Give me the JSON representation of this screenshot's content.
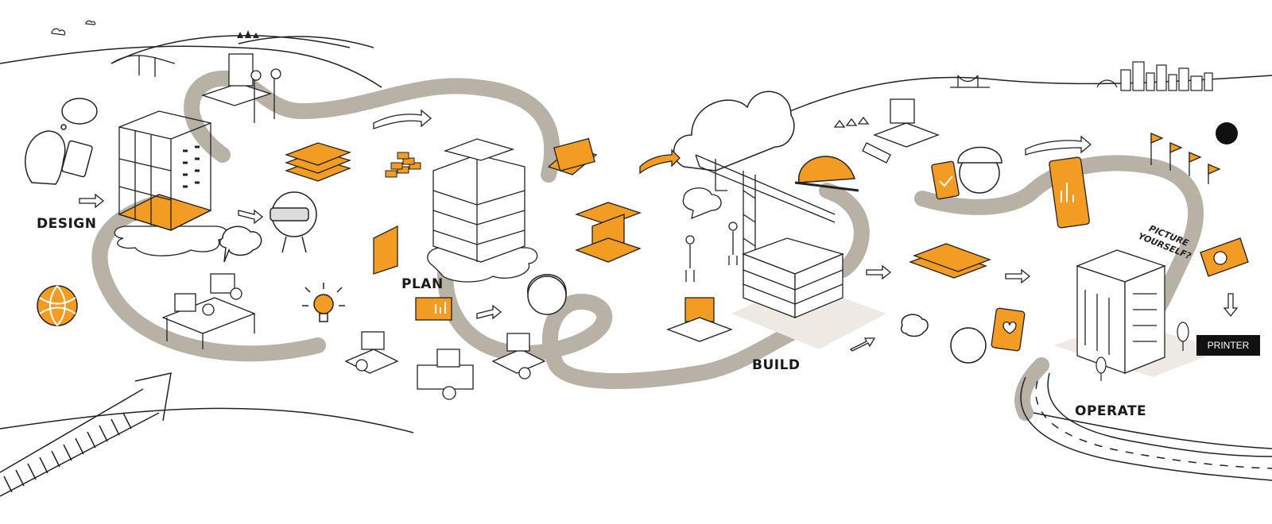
{
  "stages": {
    "design": "DESIGN",
    "plan": "PLAN",
    "build": "BUILD",
    "operate": "OPERATE"
  },
  "tagline": {
    "line1": "PICTURE",
    "line2": "YOURSELF?"
  },
  "badge": {
    "label": "PRINTER"
  },
  "colors": {
    "accent": "#f39c24",
    "path": "#b7b1a6",
    "ink": "#1a1a1a",
    "background": "#ffffff"
  },
  "icons": [
    "person-thinking-icon",
    "tablet-icon",
    "building-wireframe-icon",
    "vr-headset-person-icon",
    "globe-icon",
    "lightbulb-icon",
    "workstation-icon",
    "stacked-layers-icon",
    "bricks-icon",
    "tower-building-icon",
    "steel-beam-icon",
    "cloud-icon",
    "tower-crane-icon",
    "hard-hat-icon",
    "bulldozer-icon",
    "smartphone-check-icon",
    "tablet-chart-icon",
    "flags-icon",
    "camera-icon",
    "office-building-icon",
    "city-skyline-icon",
    "bridge-icon",
    "tree-icon"
  ]
}
